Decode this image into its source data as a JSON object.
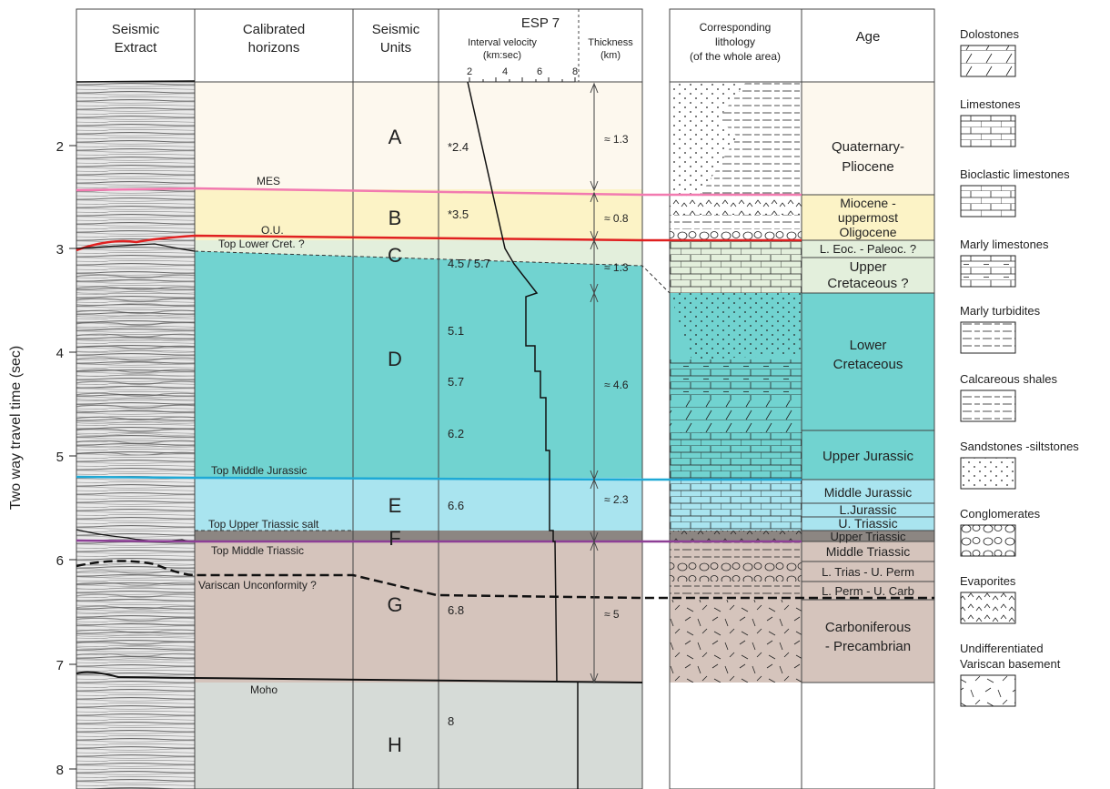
{
  "headers": {
    "seismic_extract": [
      "Seismic",
      "Extract"
    ],
    "calibrated_horizons": [
      "Calibrated",
      "horizons"
    ],
    "seismic_units": [
      "Seismic",
      "Units"
    ],
    "esp_title": "ESP 7",
    "interval_velocity": [
      "Interval velocity",
      "(km:sec)"
    ],
    "thickness": [
      "Thickness",
      "(km)"
    ],
    "lithology": [
      "Corresponding",
      "lithology",
      "(of the whole area)"
    ],
    "age": "Age"
  },
  "y_axis": {
    "label": "Two way travel time (sec)",
    "ticks": [
      "2",
      "3",
      "4",
      "5",
      "6",
      "7",
      "8"
    ]
  },
  "velocity_ticks": [
    "2",
    "4",
    "6",
    "8"
  ],
  "horizons": {
    "mes": "MES",
    "ou": "O.U.",
    "top_lower_cret": "Top Lower Cret. ?",
    "top_middle_jurassic": "Top Middle Jurassic",
    "top_upper_triassic_salt": "Top Upper Triassic salt",
    "top_middle_triassic": "Top Middle Triassic",
    "variscan": "Variscan Unconformity ?",
    "moho": "Moho"
  },
  "units": [
    "A",
    "B",
    "C",
    "D",
    "E",
    "F",
    "G",
    "H"
  ],
  "velocities": {
    "a": "*2.4",
    "b": "*3.5",
    "c": "4.5 / 5.7",
    "d1": "5.1",
    "d2": "5.7",
    "d3": "6.2",
    "e": "6.6",
    "g": "6.8",
    "h": "8"
  },
  "thicknesses": {
    "a": "≈ 1.3",
    "b": "≈ 0.8",
    "c": "≈ 1.3",
    "d": "≈ 4.6",
    "e": "≈ 2.3",
    "g": "≈ 5"
  },
  "ages": {
    "qp": [
      "Quaternary-",
      "Pliocene"
    ],
    "mio": [
      "Miocene -",
      "uppermost",
      "Oligocene"
    ],
    "leoc": "L. Eoc. - Paleoc. ?",
    "ucret": [
      "Upper",
      "Cretaceous ?"
    ],
    "lcret": [
      "Lower",
      "Cretaceous"
    ],
    "ujur": "Upper Jurassic",
    "mjur": "Middle Jurassic",
    "ljur": "L.Jurassic",
    "utri1": "U. Triassic",
    "utri2": "Upper Triassic",
    "mtri": "Middle Triassic",
    "ltri": "L. Trias - U. Perm",
    "lperm": "L. Perm - U. Carb",
    "carb": [
      "Carboniferous",
      "- Precambrian"
    ]
  },
  "legend": [
    {
      "label": "Dolostones"
    },
    {
      "label": "Limestones"
    },
    {
      "label": "Bioclastic limestones"
    },
    {
      "label": "Marly limestones"
    },
    {
      "label": "Marly turbidites"
    },
    {
      "label": "Calcareous shales"
    },
    {
      "label": "Sandstones -siltstones"
    },
    {
      "label": "Conglomerates"
    },
    {
      "label": "Evaporites"
    },
    {
      "label": "Undifferentiated",
      "label2": "Variscan basement"
    }
  ],
  "colors": {
    "unit_a": "#fdf8ee",
    "unit_b": "#fcf3c6",
    "unit_c": "#e3efdc",
    "unit_d": "#71d3d0",
    "unit_e": "#a9e4ef",
    "unit_f": "#8c8682",
    "unit_g": "#d5c4bc",
    "unit_h": "#d6dbd7",
    "mes_line": "#f27ab0",
    "ou_line": "#e02020",
    "jurassic_line": "#1fa9d6",
    "triassic_line": "#8d3f96"
  }
}
